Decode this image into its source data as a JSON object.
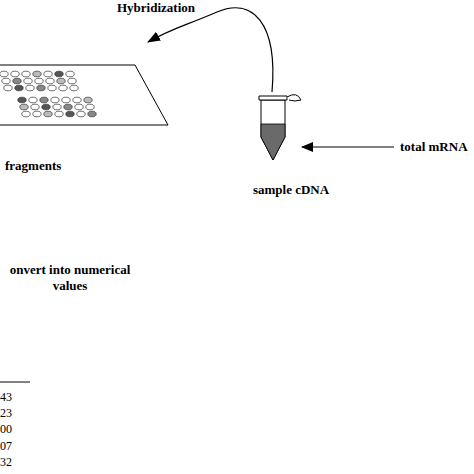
{
  "diagram": {
    "nodes": [
      {
        "text": [
          "fragments"
        ]
      },
      {
        "text": [
          "sample cDNA"
        ]
      }
    ],
    "edges": [
      {
        "from": 1,
        "to": 0,
        "arrow": "to",
        "label": "Hybridization"
      }
    ],
    "labels": [
      "total mRNA",
      "onvert into numerical values",
      "43",
      "23",
      "00",
      "07",
      "32"
    ]
  }
}
